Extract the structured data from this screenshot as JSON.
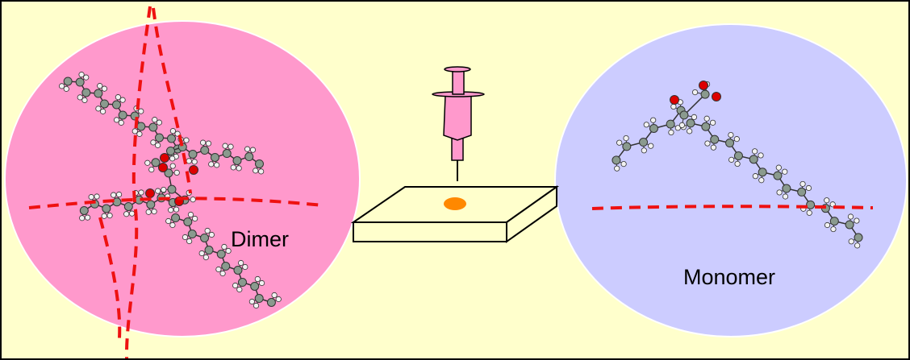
{
  "figure": {
    "left_panel": {
      "label": "Dimer"
    },
    "right_panel": {
      "label": "Monomer"
    },
    "center": {
      "device": "syringe",
      "substrate": "plate",
      "droplet": "drop"
    }
  },
  "colors": {
    "background": "#FFFFCC",
    "dimer_circle": "#FF99CC",
    "monomer_circle": "#CCCCFF",
    "carbon_atom": "#8A9A8E",
    "hydrogen_atom": "#F2F2F2",
    "oxygen_atom": "#DD0000",
    "dashed_line": "#EE1111",
    "droplet": "#FF8800",
    "syringe": "#FF99CC"
  },
  "icons": [
    "syringe-icon",
    "substrate-plate",
    "droplet-icon"
  ]
}
